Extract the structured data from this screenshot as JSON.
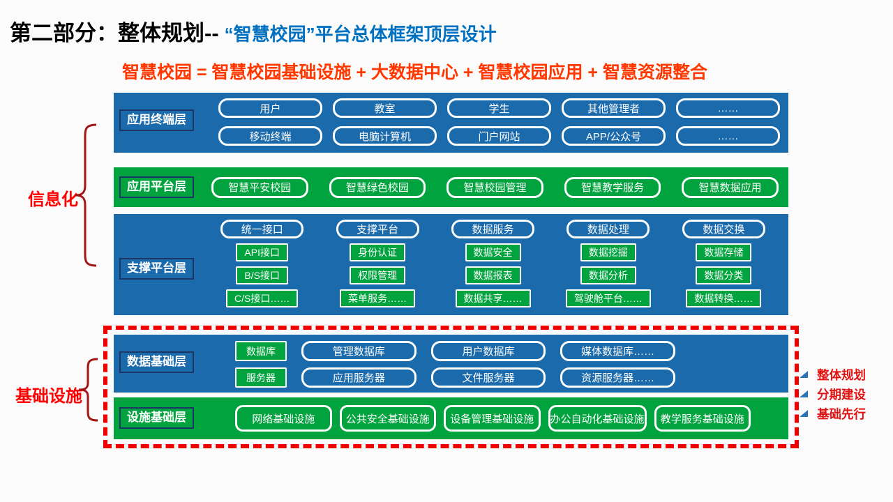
{
  "title": {
    "part1": "第二部分：整体规划--",
    "part2": "“智慧校园”平台总体框架顶层设计"
  },
  "subtitle": "智慧校园 = 智慧校园基础设施 + 大数据中心 + 智慧校园应用 + 智慧资源整合",
  "colors": {
    "band_blue": "#1b6aac",
    "band_green": "#00a33d",
    "label_border_navy": "#1c3765",
    "title_blue": "#0070c0",
    "subtitle_orange": "#ff3800",
    "dashed_red": "#f10000",
    "brace_dark_red": "#a31515",
    "side_label_red": "#ff0000",
    "note_red": "#e01313",
    "triangle_blue": "#2e75b6"
  },
  "left_annotations": {
    "informatization": "信息化",
    "infrastructure": "基础设施"
  },
  "right_annotations": [
    "整体规划",
    "分期建设",
    "基础先行"
  ],
  "layers": {
    "terminal": {
      "label": "应用终端层",
      "rows": [
        [
          "用户",
          "教室",
          "学生",
          "其他管理者",
          "……"
        ],
        [
          "移动终端",
          "电脑计算机",
          "门户网站",
          "APP/公众号",
          "……"
        ]
      ]
    },
    "platform": {
      "label": "应用平台层",
      "items": [
        "智慧平安校园",
        "智慧绿色校园",
        "智慧校园管理",
        "智慧教学服务",
        "智慧数据应用"
      ]
    },
    "support": {
      "label": "支撑平台层",
      "columns": [
        {
          "header": "统一接口",
          "items": [
            "API接口",
            "B/S接口",
            "C/S接口……"
          ]
        },
        {
          "header": "支撑平台",
          "items": [
            "身份认证",
            "权限管理",
            "菜单服务……"
          ]
        },
        {
          "header": "数据服务",
          "items": [
            "数据安全",
            "数据报表",
            "数据共享……"
          ]
        },
        {
          "header": "数据处理",
          "items": [
            "数据挖掘",
            "数据分析",
            "驾驶舱平台……"
          ]
        },
        {
          "header": "数据交换",
          "items": [
            "数据存储",
            "数据分类",
            "数据转换……"
          ]
        }
      ]
    },
    "data_base": {
      "label": "数据基础层",
      "rows": [
        {
          "tag": "数据库",
          "items": [
            "管理数据库",
            "用户数据库",
            "媒体数据库……"
          ]
        },
        {
          "tag": "服务器",
          "items": [
            "应用服务器",
            "文件服务器",
            "资源服务器……"
          ]
        }
      ]
    },
    "facility": {
      "label": "设施基础层",
      "items": [
        "网络基础设施",
        "公共安全基础设施",
        "设备管理基础设施",
        "办公自动化基础设施",
        "教学服务基础设施"
      ]
    }
  }
}
